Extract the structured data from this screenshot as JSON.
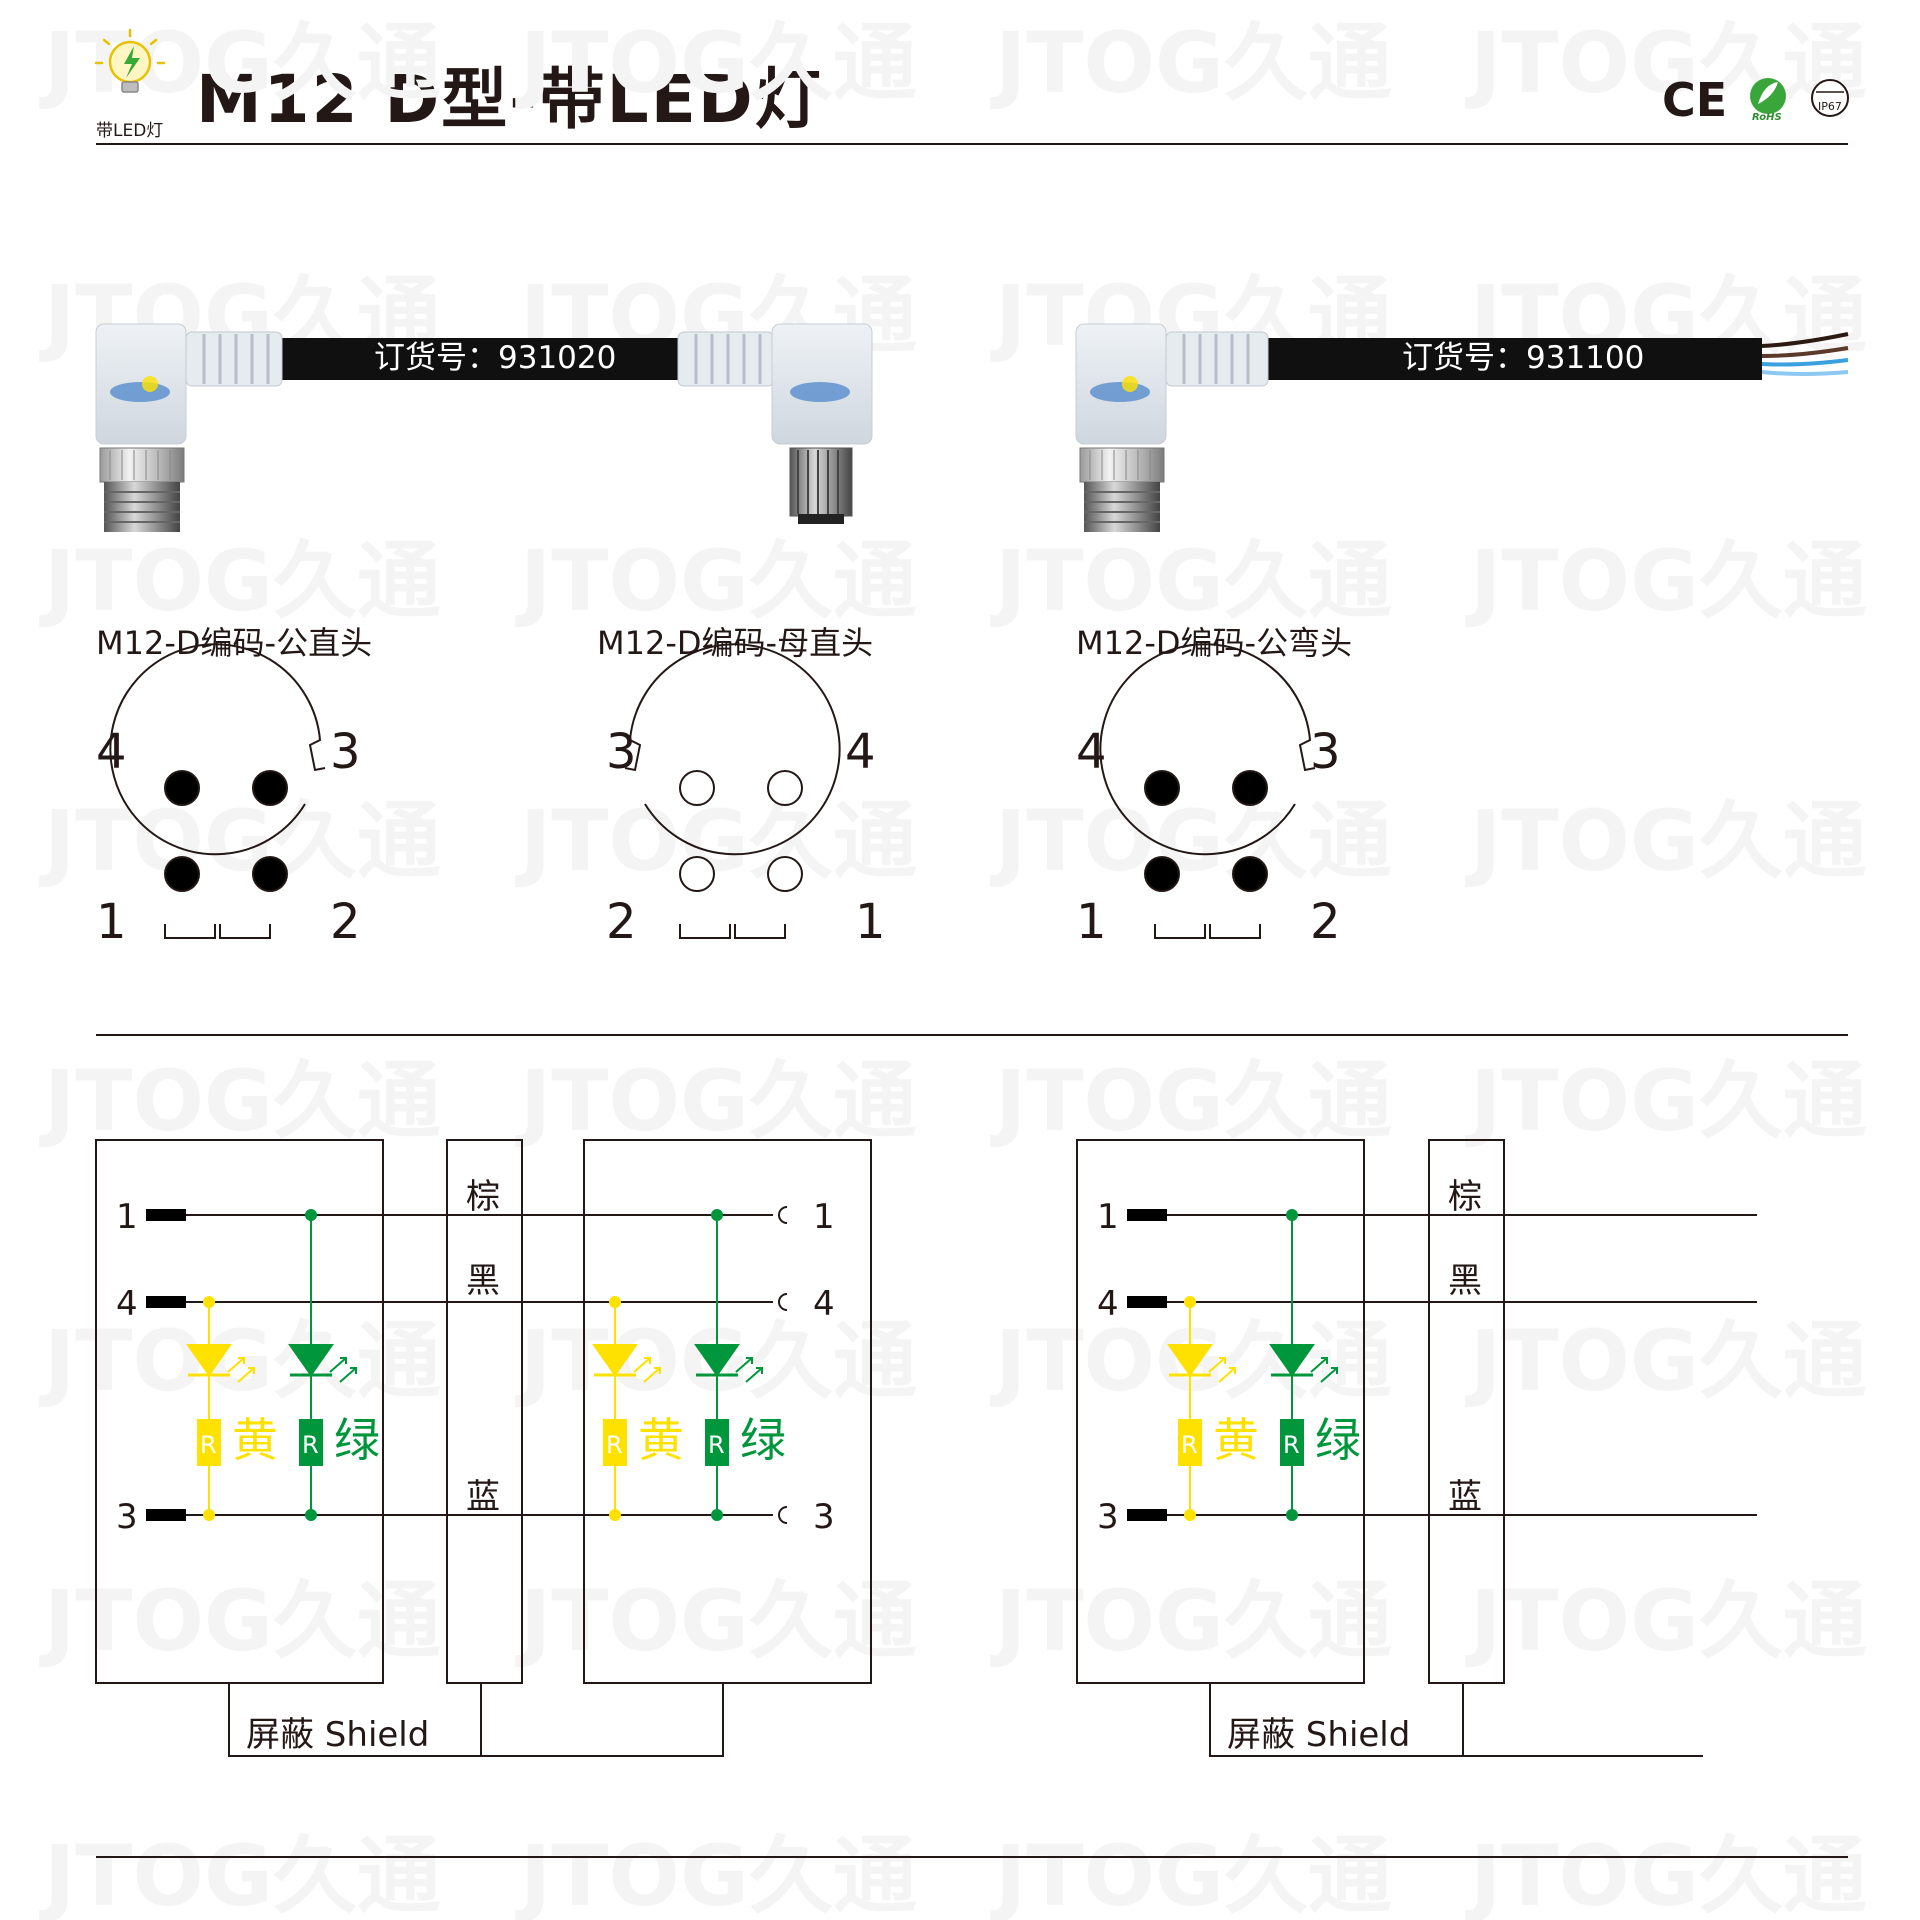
{
  "header": {
    "title": "M12  D型-带LED灯",
    "badge_label": "带LED灯",
    "cert_ce": "CE",
    "cert_rohs": "RoHS",
    "cert_ip": "IP67"
  },
  "watermark": "JTOG久通",
  "products": [
    {
      "order_text": "订货号：931020",
      "caption": "M12-D编码-公直头"
    },
    {
      "caption": "M12-D编码-母直头"
    },
    {
      "order_text": "订货号：931100",
      "caption": "M12-D编码-公弯头"
    }
  ],
  "pinouts": [
    {
      "gender": "male",
      "pins": [
        "4",
        "3",
        "1",
        "2"
      ]
    },
    {
      "gender": "female",
      "pins": [
        "3",
        "4",
        "2",
        "1"
      ]
    },
    {
      "gender": "male",
      "pins": [
        "4",
        "3",
        "1",
        "2"
      ]
    }
  ],
  "wiring": {
    "pins": [
      "1",
      "4",
      "3"
    ],
    "wire_colors": [
      "棕",
      "黑",
      "蓝"
    ],
    "resistor_label": "R",
    "led_yellow": "黄",
    "led_green": "绿",
    "shield": "屏蔽 Shield"
  },
  "colors": {
    "yellow": "#ffe100",
    "green": "#00963c",
    "line": "#231815",
    "cable": "#101010"
  }
}
